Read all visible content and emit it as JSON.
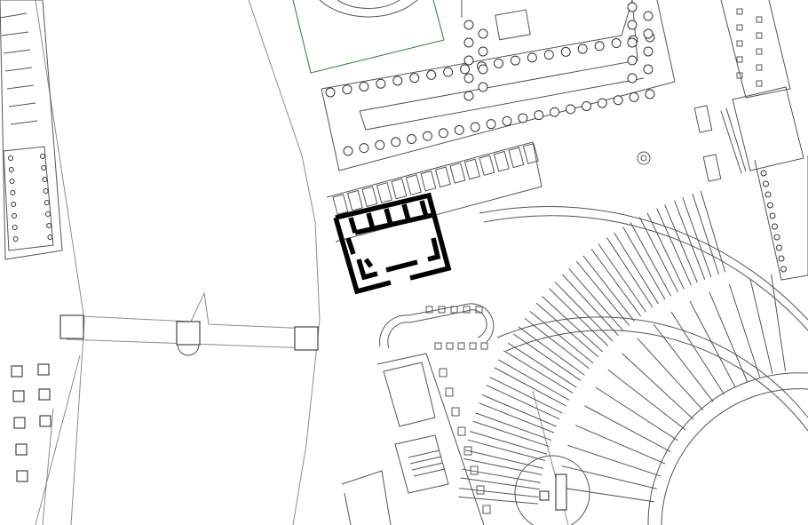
{
  "map": {
    "style": "monochrome-architectural-plan",
    "colors": {
      "background": "#ffffff",
      "outline": "#333333",
      "road": "#8c8c8c",
      "highlight": "#000000",
      "garden": "#2f8f2f"
    },
    "features": [
      {
        "id": "highlighted-building",
        "kind": "building-plan",
        "emphasis": "bold"
      },
      {
        "id": "portico-colonnade",
        "kind": "colonnade"
      },
      {
        "id": "amphitheater",
        "kind": "stadium-seating"
      },
      {
        "id": "garden-precinct",
        "kind": "garden-enclosure"
      },
      {
        "id": "west-temple",
        "kind": "temple-plan"
      },
      {
        "id": "east-temple",
        "kind": "temple-plan"
      },
      {
        "id": "central-plaza",
        "kind": "open-space"
      },
      {
        "id": "south-complex",
        "kind": "building-plan"
      }
    ]
  }
}
